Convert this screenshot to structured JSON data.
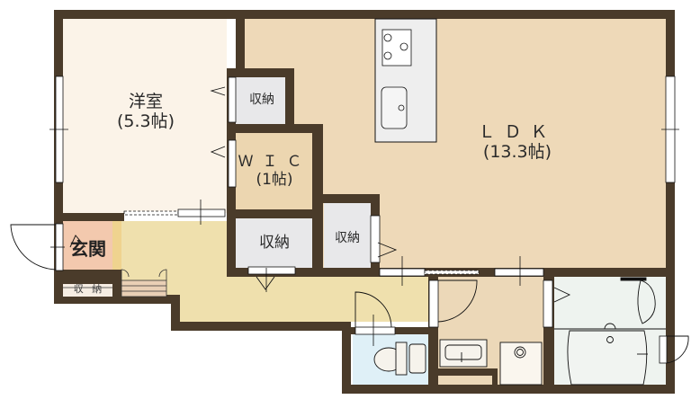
{
  "plan": {
    "type": "apartment floor plan",
    "layout": "1LDK",
    "colors": {
      "wall": "#4a3b2a",
      "western_room": "#fbf3e8",
      "ldk": "#eed9b8",
      "wic": "#ecd6b0",
      "storage": "#e8e8ea",
      "entrance": "#f3c9ae",
      "hallway": "#efe0ad",
      "toilet": "#dff0f7",
      "bathroom": "#eef3ef",
      "washroom": "#ecd8b8",
      "kitchen_counter": "#eeeeee",
      "line": "#111111"
    }
  },
  "rooms": {
    "western": {
      "name": "洋室",
      "size": "(5.3帖)"
    },
    "ldk": {
      "name": "ＬＤＫ",
      "size": "(13.3帖)"
    },
    "wic": {
      "name": "ＷＩＣ",
      "size": "(1帖)"
    },
    "storage_upper": {
      "name": "収納"
    },
    "storage_middle": {
      "name": "収納"
    },
    "storage_right": {
      "name": "収納"
    },
    "entrance": {
      "name": "玄関"
    },
    "shoe_storage": {
      "name": "収 納"
    }
  },
  "fixtures": [
    {
      "name": "gas-stove",
      "room": "ldk"
    },
    {
      "name": "kitchen-sink",
      "room": "ldk"
    },
    {
      "name": "toilet",
      "room": "toilet"
    },
    {
      "name": "wash-basin",
      "room": "washroom"
    },
    {
      "name": "washing-machine-pan",
      "room": "washroom"
    },
    {
      "name": "bathtub",
      "room": "bathroom"
    },
    {
      "name": "shoe-box",
      "room": "entrance"
    }
  ]
}
